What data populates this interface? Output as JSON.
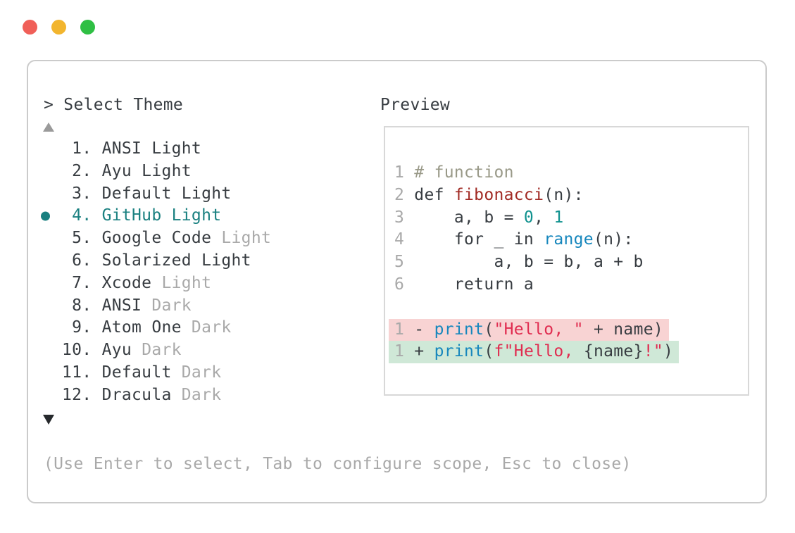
{
  "chrome": {
    "traffic_lights": [
      {
        "name": "close",
        "color": "#f05f58"
      },
      {
        "name": "minimize",
        "color": "#f2b52e"
      },
      {
        "name": "zoom",
        "color": "#2fbf44"
      }
    ]
  },
  "picker": {
    "prompt": "> ",
    "title": "Select Theme",
    "items": [
      {
        "number": " 1. ",
        "name": "ANSI Light",
        "suffix": "",
        "selected": false
      },
      {
        "number": " 2. ",
        "name": "Ayu Light",
        "suffix": "",
        "selected": false
      },
      {
        "number": " 3. ",
        "name": "Default Light",
        "suffix": "",
        "selected": false
      },
      {
        "number": " 4. ",
        "name": "GitHub Light",
        "suffix": "",
        "selected": true
      },
      {
        "number": " 5. ",
        "name": "Google Code ",
        "suffix": "Light",
        "selected": false
      },
      {
        "number": " 6. ",
        "name": "Solarized Light",
        "suffix": "",
        "selected": false
      },
      {
        "number": " 7. ",
        "name": "Xcode ",
        "suffix": "Light",
        "selected": false
      },
      {
        "number": " 8. ",
        "name": "ANSI ",
        "suffix": "Dark",
        "selected": false
      },
      {
        "number": " 9. ",
        "name": "Atom One ",
        "suffix": "Dark",
        "selected": false
      },
      {
        "number": "10. ",
        "name": "Ayu ",
        "suffix": "Dark",
        "selected": false
      },
      {
        "number": "11. ",
        "name": "Default ",
        "suffix": "Dark",
        "selected": false
      },
      {
        "number": "12. ",
        "name": "Dracula ",
        "suffix": "Dark",
        "selected": false
      }
    ],
    "hint": "(Use Enter to select, Tab to configure scope, Esc to close)"
  },
  "preview": {
    "title": "Preview",
    "code_lines": [
      {
        "segments": [
          {
            "t": "1 ",
            "c": "ln"
          },
          {
            "t": "# function",
            "c": "comment"
          }
        ]
      },
      {
        "segments": [
          {
            "t": "2 ",
            "c": "ln"
          },
          {
            "t": "def ",
            "c": "plain"
          },
          {
            "t": "fibonacci",
            "c": "func"
          },
          {
            "t": "(n):",
            "c": "plain"
          }
        ]
      },
      {
        "segments": [
          {
            "t": "3 ",
            "c": "ln"
          },
          {
            "t": "    a, b = ",
            "c": "plain"
          },
          {
            "t": "0",
            "c": "num"
          },
          {
            "t": ", ",
            "c": "plain"
          },
          {
            "t": "1",
            "c": "num"
          }
        ]
      },
      {
        "segments": [
          {
            "t": "4 ",
            "c": "ln"
          },
          {
            "t": "    for _ in ",
            "c": "plain"
          },
          {
            "t": "range",
            "c": "builtin"
          },
          {
            "t": "(n):",
            "c": "plain"
          }
        ]
      },
      {
        "segments": [
          {
            "t": "5 ",
            "c": "ln"
          },
          {
            "t": "        a, b = b, a + b",
            "c": "plain"
          }
        ]
      },
      {
        "segments": [
          {
            "t": "6 ",
            "c": "ln"
          },
          {
            "t": "    return a",
            "c": "plain"
          }
        ]
      },
      {
        "segments": []
      },
      {
        "diff": "del",
        "segments": [
          {
            "t": "1 ",
            "c": "ln"
          },
          {
            "t": "- ",
            "c": "plain"
          },
          {
            "t": "print",
            "c": "builtin"
          },
          {
            "t": "(",
            "c": "plain"
          },
          {
            "t": "\"Hello, \"",
            "c": "str"
          },
          {
            "t": " + name)",
            "c": "plain"
          }
        ]
      },
      {
        "diff": "add",
        "segments": [
          {
            "t": "1 ",
            "c": "ln"
          },
          {
            "t": "+ ",
            "c": "plain"
          },
          {
            "t": "print",
            "c": "builtin"
          },
          {
            "t": "(",
            "c": "plain"
          },
          {
            "t": "f\"Hello, ",
            "c": "str"
          },
          {
            "t": "{name}",
            "c": "plain"
          },
          {
            "t": "!\"",
            "c": "str"
          },
          {
            "t": ")",
            "c": "plain"
          }
        ]
      }
    ]
  },
  "colors": {
    "text": "#373c41",
    "muted": "#a9a9a9",
    "selected": "#1a8080",
    "comment": "#999988",
    "function": "#a12a24",
    "number": "#0f918e",
    "builtin": "#1787bd",
    "string": "#e02c50",
    "diff_del_bg": "#f8d3d3",
    "diff_add_bg": "#cfe8d7",
    "border_window": "#cbcbcb",
    "border_preview": "#d8d8d8",
    "scroll_up_arrow": "#9a9a9a",
    "scroll_down_arrow": "#26292c"
  }
}
